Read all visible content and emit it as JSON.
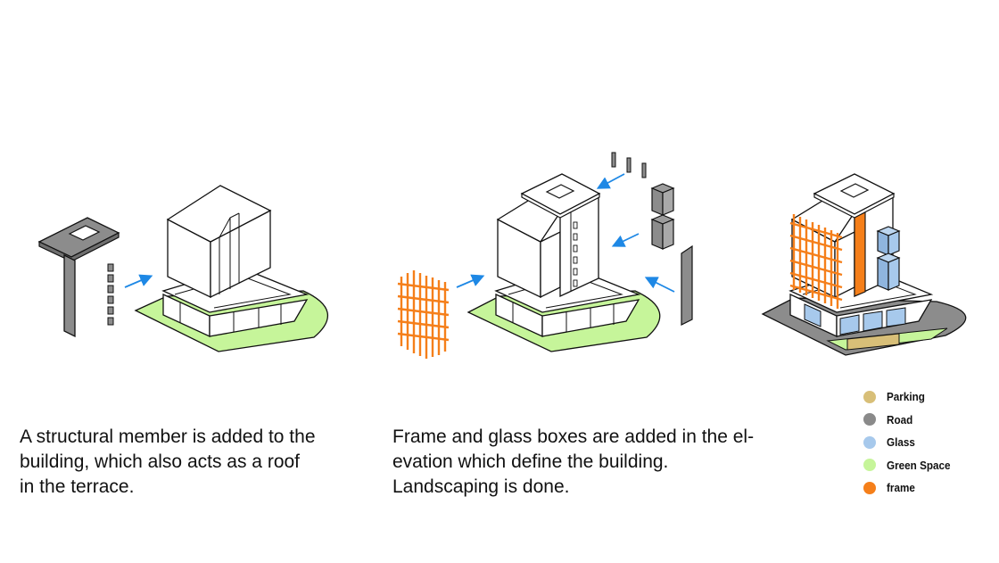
{
  "captions": {
    "step1": [
      "A structural member is added to the",
      "building, which also acts as a roof",
      "in the terrace."
    ],
    "step2": [
      "Frame and glass boxes are added in the el-",
      "evation which define the building.",
      "Landscaping is done."
    ]
  },
  "legend": [
    {
      "label": "Parking",
      "color": "#d8bf78"
    },
    {
      "label": "Road",
      "color": "#8a8a8a"
    },
    {
      "label": "Glass",
      "color": "#a7c9ec"
    },
    {
      "label": "Green Space",
      "color": "#c6f59a"
    },
    {
      "label": "frame",
      "color": "#f57f1a"
    }
  ],
  "colors": {
    "green": "#c6f59a",
    "road": "#8c8c8c",
    "glass": "#a7c9ec",
    "frame": "#f57f1a",
    "parking": "#d8bf78",
    "arrow": "#1e88e5",
    "outline": "#111111"
  }
}
